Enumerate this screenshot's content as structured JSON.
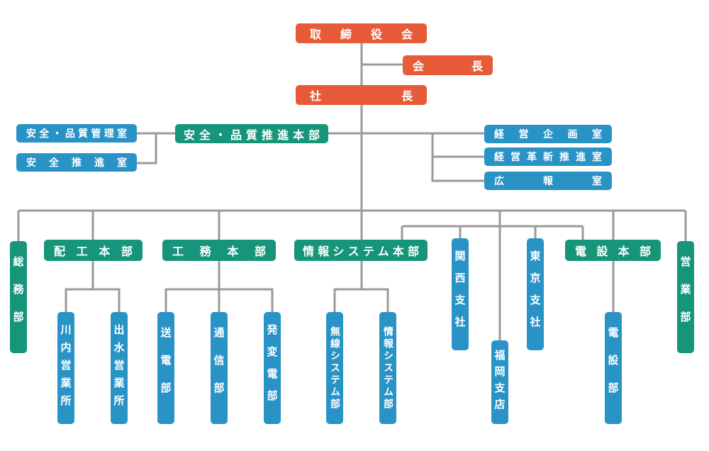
{
  "nodes": {
    "board": "取締役会",
    "chairman": "会長",
    "president": "社長",
    "safety_quality_hq": "安全・品質推進本部",
    "safety_quality_mgmt": "安全・品質管理室",
    "safety_promo": "安全推進室",
    "mgmt_planning": "経営企画室",
    "mgmt_reform": "経営革新推進室",
    "pr": "広報室",
    "general_affairs": "総務部",
    "haiko_hq": "配工本部",
    "komu_hq": "工務本部",
    "it_hq": "情報システム本部",
    "kansai": "関西支社",
    "fukuoka": "福岡支店",
    "tokyo": "東京支社",
    "densetsu_hq": "電設本部",
    "sales": "営業部",
    "sendai_sales": "川内営業所",
    "izumi_sales": "出水営業所",
    "transmission": "送電部",
    "communication": "通信部",
    "substation": "発変電部",
    "wireless": "無線システム部",
    "info_systems": "情報システム部",
    "electrical": "電設部"
  },
  "colors": {
    "orange": "#E85B38",
    "green": "#16957A",
    "blue": "#2A93C6",
    "line": "#9A9A9A"
  }
}
